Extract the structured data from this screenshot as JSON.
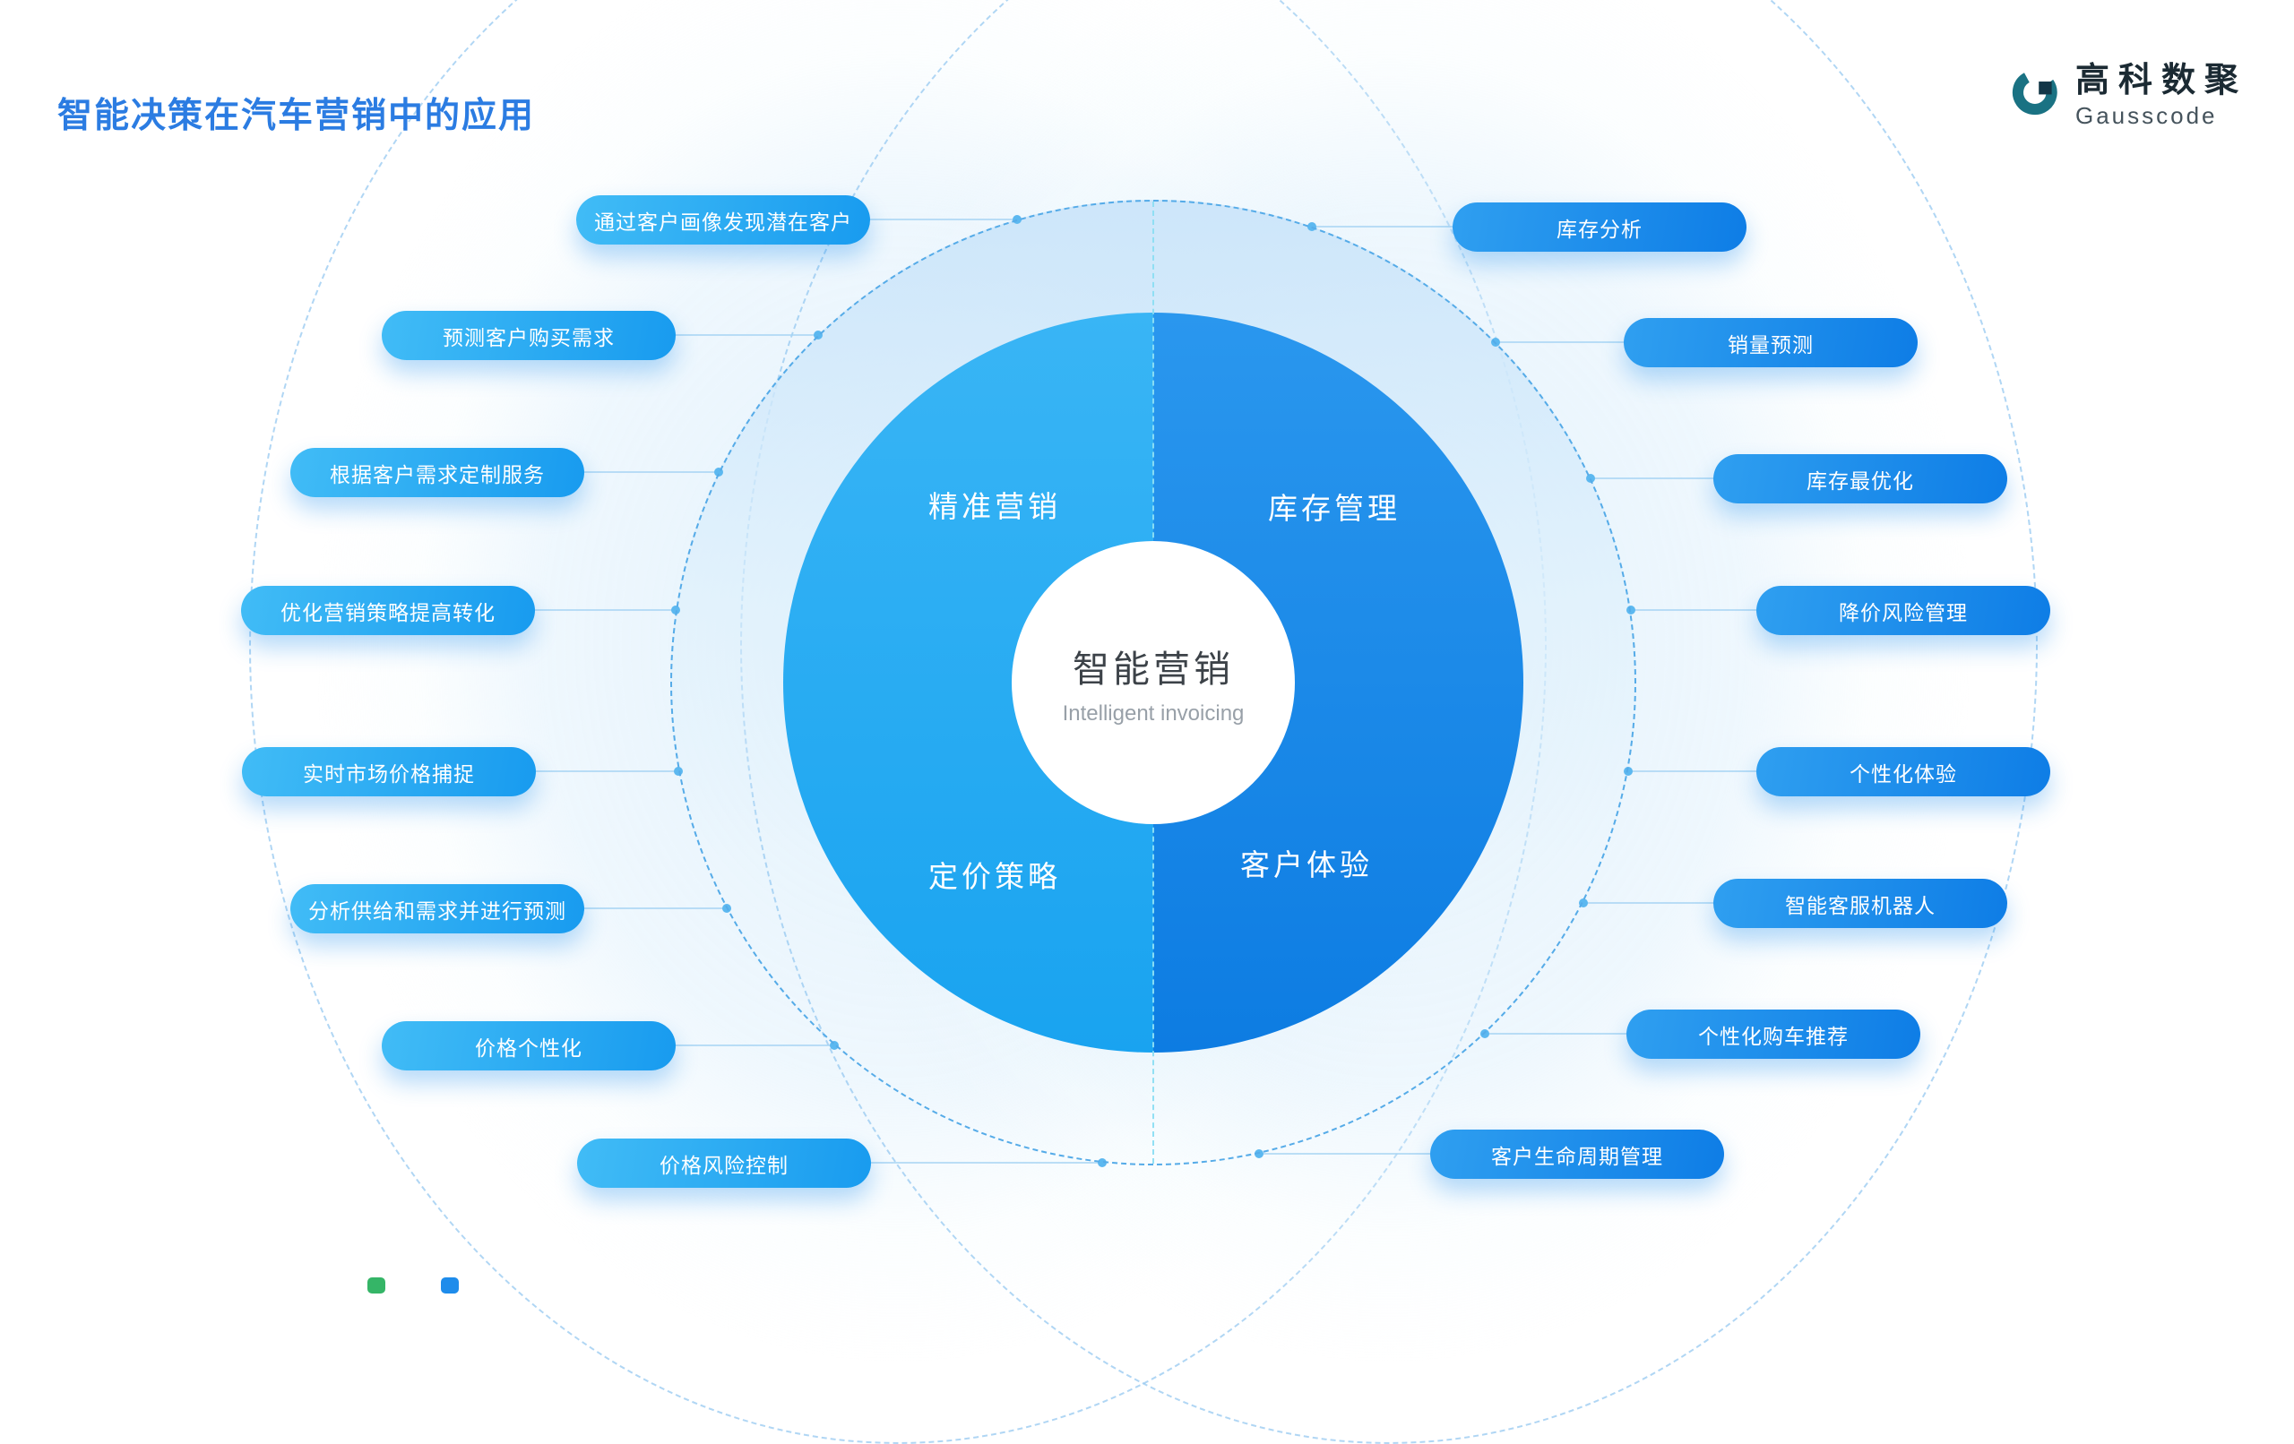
{
  "page": {
    "title": "智能决策在汽车营销中的应用"
  },
  "logo": {
    "name": "高科数聚",
    "subtitle": "Gausscode",
    "icon": "gausscode-mark"
  },
  "center": {
    "title": "智能营销",
    "subtitle": "Intelligent invoicing"
  },
  "quadrants": [
    {
      "label": "精准营销",
      "position": "top-left"
    },
    {
      "label": "库存管理",
      "position": "top-right"
    },
    {
      "label": "定价策略",
      "position": "bottom-left"
    },
    {
      "label": "客户体验",
      "position": "bottom-right"
    }
  ],
  "left_pills": [
    {
      "label": "通过客户画像发现潜在客户"
    },
    {
      "label": "预测客户购买需求"
    },
    {
      "label": "根据客户需求定制服务"
    },
    {
      "label": "优化营销策略提高转化"
    },
    {
      "label": "实时市场价格捕捉"
    },
    {
      "label": "分析供给和需求并进行预测"
    },
    {
      "label": "价格个性化"
    },
    {
      "label": "价格风险控制"
    }
  ],
  "right_pills": [
    {
      "label": "库存分析"
    },
    {
      "label": "销量预测"
    },
    {
      "label": "库存最优化"
    },
    {
      "label": "降价风险管理"
    },
    {
      "label": "个性化体验"
    },
    {
      "label": "智能客服机器人"
    },
    {
      "label": "个性化购车推荐"
    },
    {
      "label": "客户生命周期管理"
    }
  ],
  "colors": {
    "title_blue": "#2b7ce2",
    "pill_light_blue": "#41bcf6",
    "pill_dark_blue": "#0e7de6",
    "wheel_left": "#2aacf2",
    "wheel_right": "#1585e8",
    "connector": "#a6d4f3",
    "logo_teal": "#1a7283"
  }
}
